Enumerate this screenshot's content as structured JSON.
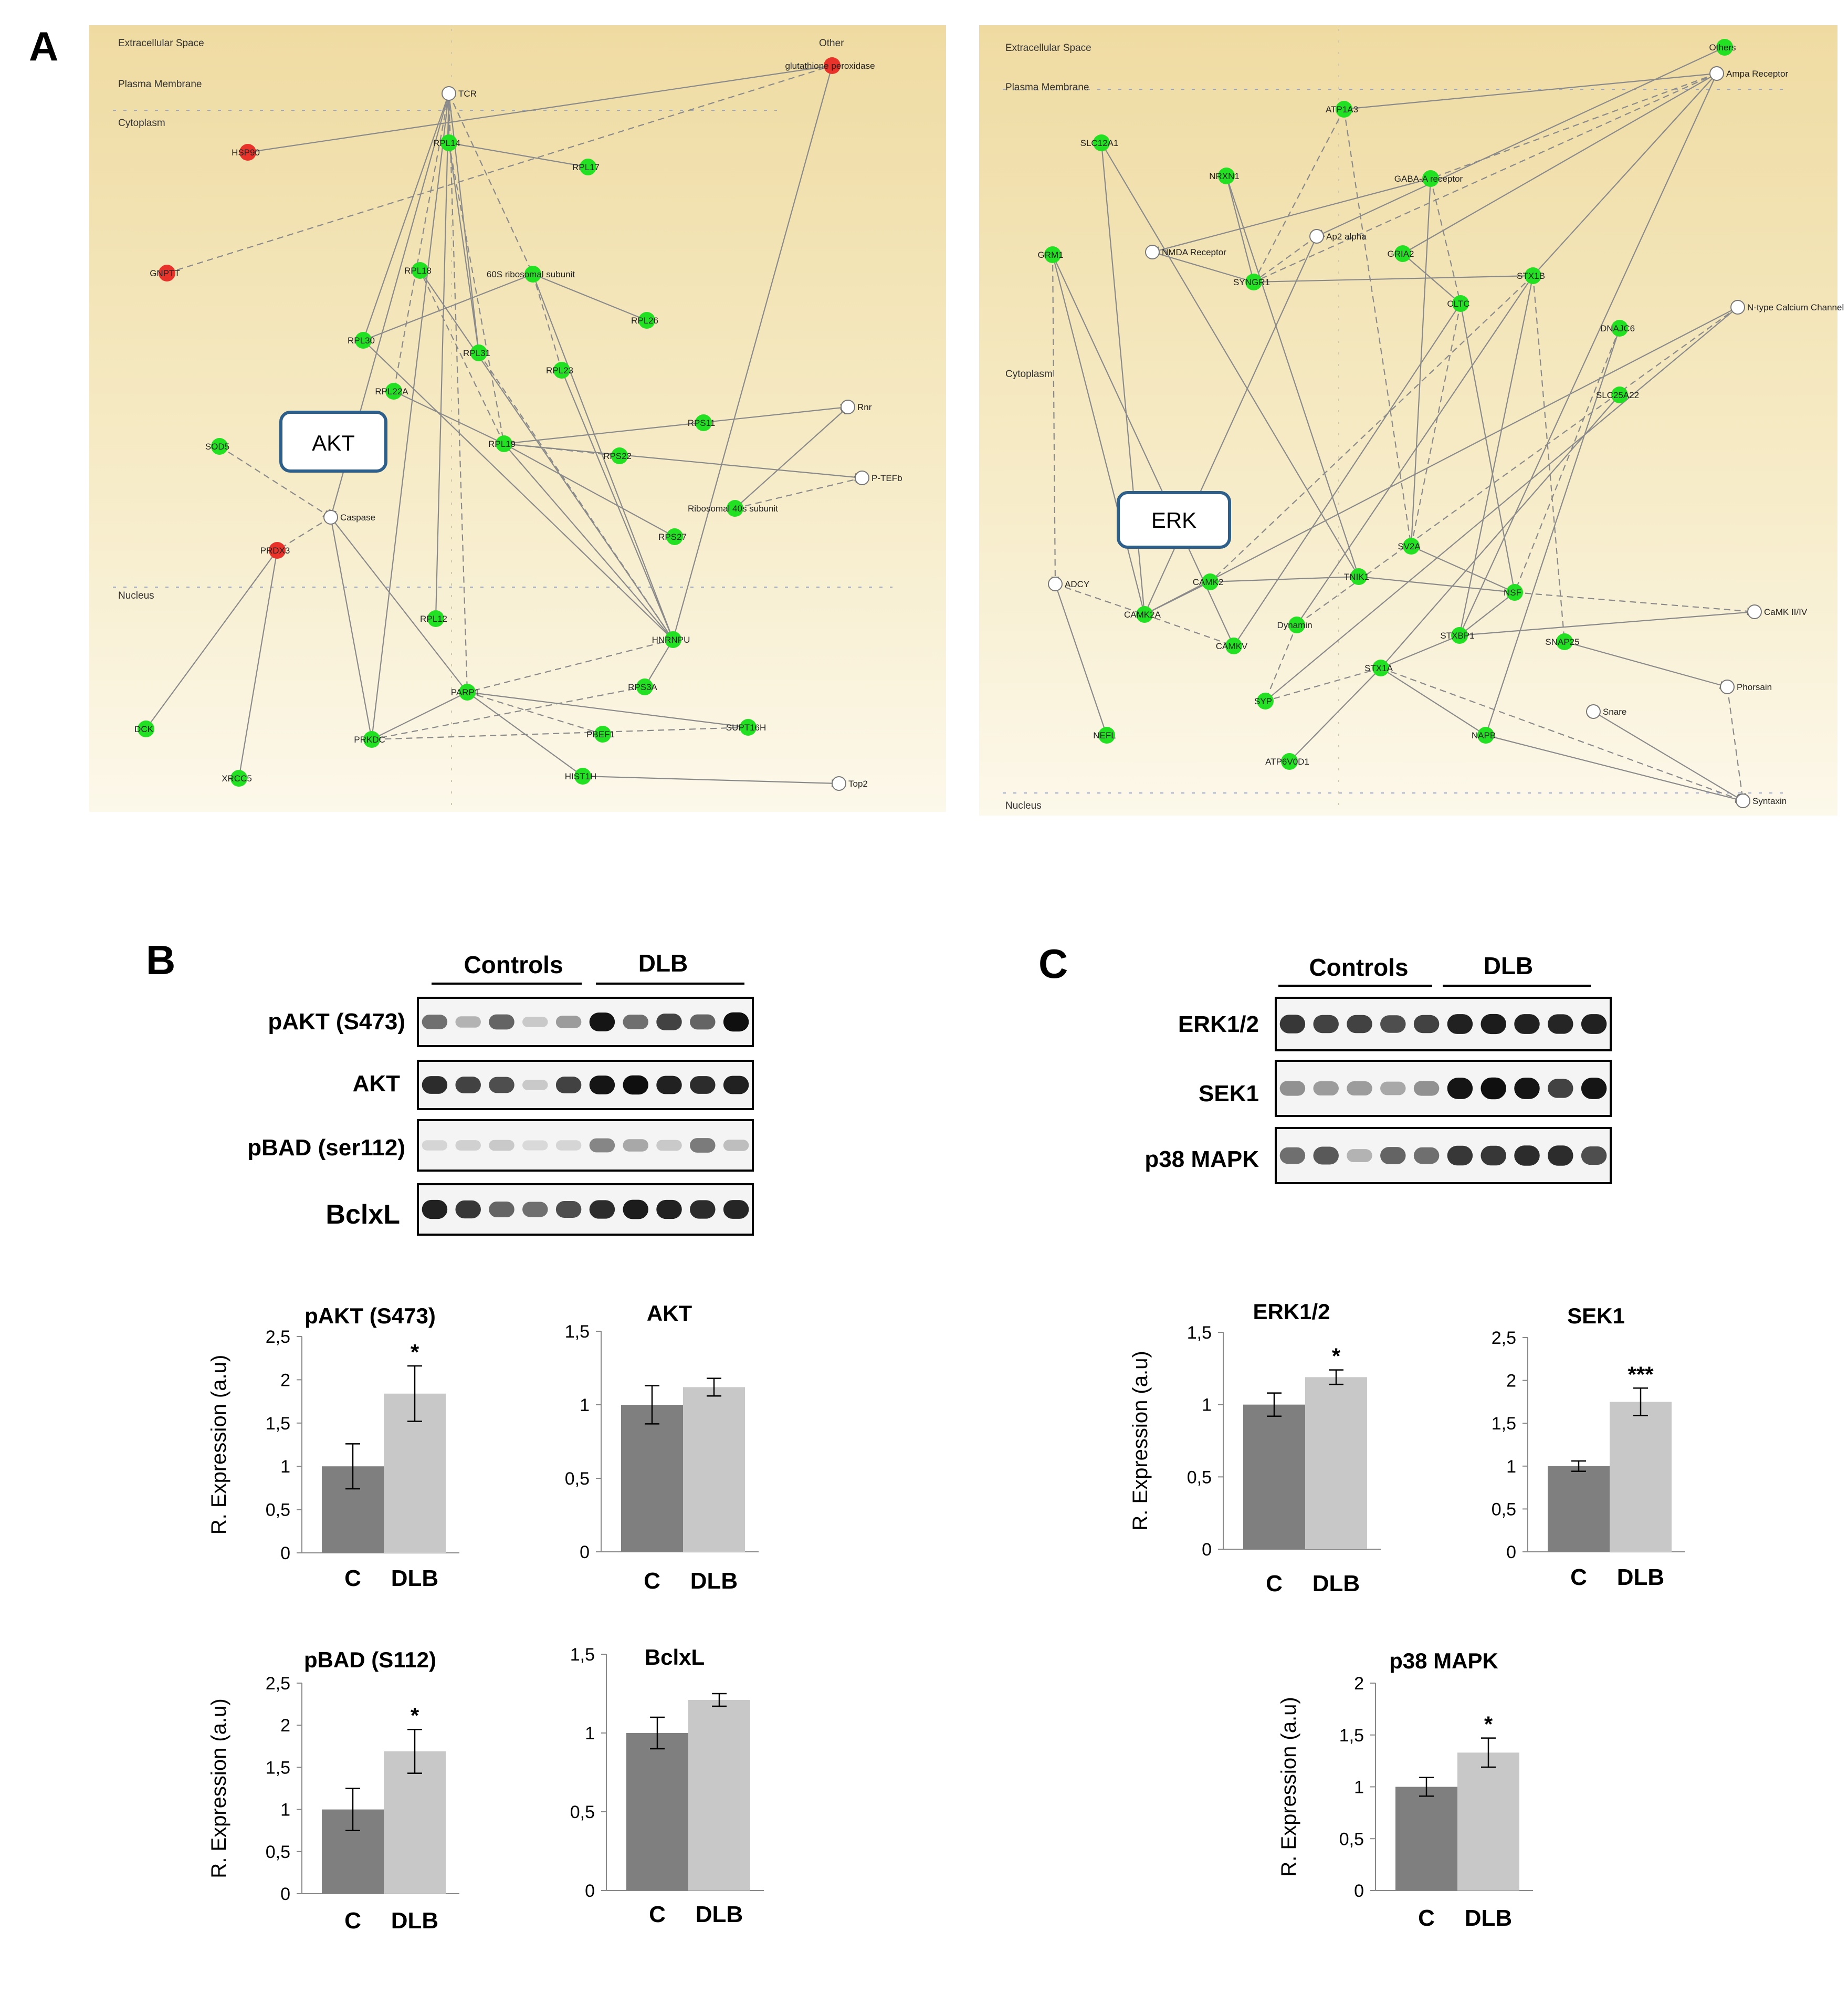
{
  "panel_labels": {
    "a": "A",
    "b": "B",
    "c": "C"
  },
  "network_left": {
    "compartments": [
      "Extracellular Space",
      "Plasma Membrane",
      "Cytoplasm",
      "Nucleus"
    ],
    "other_label": "Other",
    "callout": "AKT",
    "nodes": [
      {
        "label": "glutathione peroxidase",
        "status": "up"
      },
      {
        "label": "TCR",
        "status": "none"
      },
      {
        "label": "HSP90",
        "status": "up"
      },
      {
        "label": "RPL14",
        "status": "down"
      },
      {
        "label": "RPL17",
        "status": "down"
      },
      {
        "label": "GNPTT",
        "status": "up"
      },
      {
        "label": "RPL18",
        "status": "down"
      },
      {
        "label": "60S ribosomal subunit",
        "status": "down"
      },
      {
        "label": "RPL26",
        "status": "down"
      },
      {
        "label": "RPL30",
        "status": "down"
      },
      {
        "label": "RPL31",
        "status": "down"
      },
      {
        "label": "RPL23",
        "status": "down"
      },
      {
        "label": "RPL22A",
        "status": "down"
      },
      {
        "label": "Rnr",
        "status": "none"
      },
      {
        "label": "SOD5",
        "status": "down"
      },
      {
        "label": "RPS11",
        "status": "down"
      },
      {
        "label": "RPL19",
        "status": "down"
      },
      {
        "label": "RPS22",
        "status": "down"
      },
      {
        "label": "P-TEFb",
        "status": "none"
      },
      {
        "label": "Caspase",
        "status": "none"
      },
      {
        "label": "Ribosomal 40s subunit",
        "status": "down"
      },
      {
        "label": "PRDX3",
        "status": "up"
      },
      {
        "label": "RPS27",
        "status": "down"
      },
      {
        "label": "RPL12",
        "status": "down"
      },
      {
        "label": "HNRNPU",
        "status": "down"
      },
      {
        "label": "PARP1",
        "status": "down"
      },
      {
        "label": "RPS3A",
        "status": "down"
      },
      {
        "label": "PBEF1",
        "status": "down"
      },
      {
        "label": "PRKDC",
        "status": "down"
      },
      {
        "label": "HIST1H",
        "status": "down"
      },
      {
        "label": "SUPT16H",
        "status": "down"
      },
      {
        "label": "XRCC5",
        "status": "down"
      },
      {
        "label": "Top2",
        "status": "none"
      },
      {
        "label": "DCK",
        "status": "down"
      }
    ]
  },
  "network_right": {
    "compartments": [
      "Extracellular Space",
      "Plasma Membrane",
      "Cytoplasm",
      "Nucleus"
    ],
    "callout": "ERK",
    "nodes": [
      {
        "label": "Ampa Receptor",
        "status": "none"
      },
      {
        "label": "Others",
        "status": "down"
      },
      {
        "label": "ATP1A3",
        "status": "down"
      },
      {
        "label": "SLC12A1",
        "status": "down"
      },
      {
        "label": "NRXN1",
        "status": "down"
      },
      {
        "label": "GABA-A receptor",
        "status": "down"
      },
      {
        "label": "NMDA Receptor",
        "status": "none"
      },
      {
        "label": "Ap2 alpha",
        "status": "none"
      },
      {
        "label": "GRIA2",
        "status": "down"
      },
      {
        "label": "GRM1",
        "status": "down"
      },
      {
        "label": "SYNGR1",
        "status": "down"
      },
      {
        "label": "CLTC",
        "status": "down"
      },
      {
        "label": "STX1B",
        "status": "down"
      },
      {
        "label": "N-type Calcium Channel",
        "status": "none"
      },
      {
        "label": "DNAJC6",
        "status": "down"
      },
      {
        "label": "SLC25A22",
        "status": "down"
      },
      {
        "label": "SV2A",
        "status": "down"
      },
      {
        "label": "ADCY",
        "status": "none"
      },
      {
        "label": "CAMK2A",
        "status": "down"
      },
      {
        "label": "CAMK2",
        "status": "down"
      },
      {
        "label": "TNIK1",
        "status": "down"
      },
      {
        "label": "NSF",
        "status": "down"
      },
      {
        "label": "CaMK II/IV",
        "status": "none"
      },
      {
        "label": "CAMKV",
        "status": "down"
      },
      {
        "label": "Dynamin",
        "status": "down"
      },
      {
        "label": "SNAP25",
        "status": "down"
      },
      {
        "label": "STXBP1",
        "status": "down"
      },
      {
        "label": "STX1A",
        "status": "down"
      },
      {
        "label": "SYP",
        "status": "down"
      },
      {
        "label": "Snare",
        "status": "none"
      },
      {
        "label": "NAPB",
        "status": "down"
      },
      {
        "label": "Phorsain",
        "status": "none"
      },
      {
        "label": "NEFL",
        "status": "down"
      },
      {
        "label": "ATP6V0D1",
        "status": "down"
      },
      {
        "label": "Syntaxin",
        "status": "none"
      }
    ]
  },
  "blot_b": {
    "group_labels": [
      "Controls",
      "DLB"
    ],
    "rows": [
      {
        "label": "pAKT (S473)",
        "intensities": [
          0.55,
          0.25,
          0.6,
          0.15,
          0.35,
          0.95,
          0.55,
          0.75,
          0.6,
          0.98
        ]
      },
      {
        "label": "AKT",
        "intensities": [
          0.85,
          0.75,
          0.7,
          0.15,
          0.75,
          0.95,
          0.98,
          0.9,
          0.85,
          0.9
        ]
      },
      {
        "label": "pBAD (ser112)",
        "intensities": [
          0.1,
          0.12,
          0.15,
          0.08,
          0.1,
          0.45,
          0.3,
          0.15,
          0.5,
          0.2
        ]
      },
      {
        "label": "BclxL",
        "intensities": [
          0.9,
          0.8,
          0.6,
          0.55,
          0.7,
          0.85,
          0.92,
          0.9,
          0.85,
          0.88
        ]
      }
    ]
  },
  "blot_c": {
    "group_labels": [
      "Controls",
      "DLB"
    ],
    "rows": [
      {
        "label": "ERK1/2",
        "intensities": [
          0.8,
          0.75,
          0.75,
          0.7,
          0.75,
          0.9,
          0.92,
          0.9,
          0.88,
          0.9
        ]
      },
      {
        "label": "SEK1",
        "intensities": [
          0.4,
          0.35,
          0.35,
          0.3,
          0.4,
          0.95,
          0.98,
          0.95,
          0.75,
          0.95
        ]
      },
      {
        "label": "p38 MAPK",
        "intensities": [
          0.55,
          0.65,
          0.25,
          0.6,
          0.55,
          0.8,
          0.8,
          0.85,
          0.85,
          0.7
        ]
      }
    ]
  },
  "chart_data": [
    {
      "type": "bar",
      "title": "pAKT (S473)",
      "ylabel": "R. Expression (a.u)",
      "categories": [
        "C",
        "DLB"
      ],
      "values": [
        1.0,
        1.84
      ],
      "errors": [
        0.26,
        0.32
      ],
      "significance": [
        "",
        "*"
      ],
      "ylim": [
        0,
        2.5
      ],
      "yticks": [
        "0",
        "0,5",
        "1",
        "1,5",
        "2",
        "2,5"
      ],
      "colors": [
        "#7f7f7f",
        "#c8c8c8"
      ]
    },
    {
      "type": "bar",
      "title": "AKT",
      "ylabel": "",
      "categories": [
        "C",
        "DLB"
      ],
      "values": [
        1.0,
        1.12
      ],
      "errors": [
        0.13,
        0.06
      ],
      "significance": [
        "",
        ""
      ],
      "ylim": [
        0,
        1.5
      ],
      "yticks": [
        "0",
        "0,5",
        "1",
        "1,5"
      ],
      "colors": [
        "#7f7f7f",
        "#c8c8c8"
      ]
    },
    {
      "type": "bar",
      "title": "pBAD (S112)",
      "ylabel": "R. Expression (a.u)",
      "categories": [
        "C",
        "DLB"
      ],
      "values": [
        1.0,
        1.69
      ],
      "errors": [
        0.25,
        0.26
      ],
      "significance": [
        "",
        "*"
      ],
      "ylim": [
        0,
        2.5
      ],
      "yticks": [
        "0",
        "0,5",
        "1",
        "1,5",
        "2",
        "2,5"
      ],
      "colors": [
        "#7f7f7f",
        "#c8c8c8"
      ]
    },
    {
      "type": "bar",
      "title": "BclxL",
      "ylabel": "",
      "categories": [
        "C",
        "DLB"
      ],
      "values": [
        1.0,
        1.21
      ],
      "errors": [
        0.1,
        0.04
      ],
      "significance": [
        "",
        ""
      ],
      "ylim": [
        0,
        1.5
      ],
      "yticks": [
        "0",
        "0,5",
        "1",
        "1,5"
      ],
      "colors": [
        "#7f7f7f",
        "#c8c8c8"
      ]
    },
    {
      "type": "bar",
      "title": "ERK1/2",
      "ylabel": "R. Expression (a.u)",
      "categories": [
        "C",
        "DLB"
      ],
      "values": [
        1.0,
        1.19
      ],
      "errors": [
        0.08,
        0.05
      ],
      "significance": [
        "",
        "*"
      ],
      "ylim": [
        0,
        1.5
      ],
      "yticks": [
        "0",
        "0,5",
        "1",
        "1,5"
      ],
      "colors": [
        "#7f7f7f",
        "#c8c8c8"
      ]
    },
    {
      "type": "bar",
      "title": "SEK1",
      "ylabel": "",
      "categories": [
        "C",
        "DLB"
      ],
      "values": [
        1.0,
        1.75
      ],
      "errors": [
        0.06,
        0.16
      ],
      "significance": [
        "",
        "***"
      ],
      "ylim": [
        0,
        2.5
      ],
      "yticks": [
        "0",
        "0,5",
        "1",
        "1,5",
        "2",
        "2,5"
      ],
      "colors": [
        "#7f7f7f",
        "#c8c8c8"
      ]
    },
    {
      "type": "bar",
      "title": "p38 MAPK",
      "ylabel": "R. Expression (a.u)",
      "categories": [
        "C",
        "DLB"
      ],
      "values": [
        1.0,
        1.33
      ],
      "errors": [
        0.09,
        0.14
      ],
      "significance": [
        "",
        "*"
      ],
      "ylim": [
        0,
        2
      ],
      "yticks": [
        "0",
        "0,5",
        "1",
        "1,5",
        "2"
      ],
      "colors": [
        "#7f7f7f",
        "#c8c8c8"
      ]
    }
  ]
}
